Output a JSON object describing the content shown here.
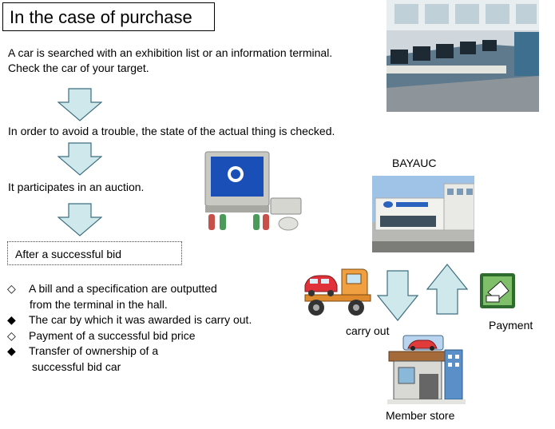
{
  "title": "In the case of purchase",
  "steps": {
    "search_line1": "A car is searched with an exhibition list or an information terminal.",
    "search_line2": "Check the car of your target.",
    "check": "In order to avoid a trouble, the state of the actual thing is checked.",
    "participate": "It participates in an auction.",
    "after_bid": "After a successful bid"
  },
  "bullets": [
    {
      "symbol": "◇",
      "lines": [
        "A bill and a specification are outputted",
        "from the terminal in the hall."
      ]
    },
    {
      "symbol": "◆",
      "lines": [
        "The car by which it was awarded is carry out."
      ]
    },
    {
      "symbol": "◇",
      "lines": [
        "Payment of a successful bid price"
      ]
    },
    {
      "symbol": "◆",
      "lines": [
        "Transfer of ownership of a",
        "successful bid car"
      ]
    }
  ],
  "labels": {
    "company": "BAYAUC",
    "carry_out": "carry out",
    "payment": "Payment",
    "member_store": "Member store"
  },
  "colors": {
    "arrow_fill": "#cfe8ec",
    "arrow_stroke": "#3d6f80"
  }
}
